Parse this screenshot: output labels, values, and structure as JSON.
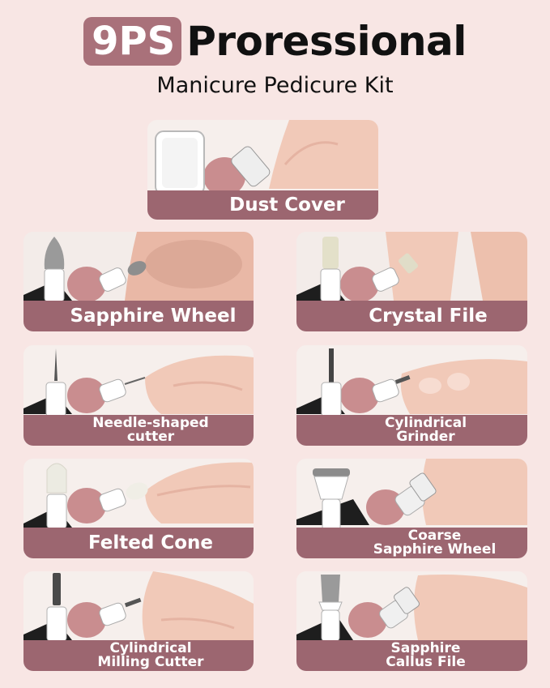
{
  "header": {
    "badge": "9PS",
    "title": "Proressional",
    "subtitle": "Manicure Pedicure Kit"
  },
  "colors": {
    "background": "#f8e6e4",
    "badge": "#a9717a",
    "label_bar": "#9c6670",
    "skin": "#f1c9b8",
    "rose_gold": "#c98d8f",
    "device_black": "#1e1e1e"
  },
  "items": [
    {
      "label": "Dust Cover",
      "icon": "dust-cover-icon"
    },
    {
      "label": "Sapphire Wheel",
      "icon": "sapphire-wheel-icon"
    },
    {
      "label": "Crystal File",
      "icon": "crystal-file-icon"
    },
    {
      "label": "Needle-shaped\ncutter",
      "icon": "needle-cutter-icon"
    },
    {
      "label": "Cylindrical\nGrinder",
      "icon": "cylindrical-grinder-icon"
    },
    {
      "label": "Felted Cone",
      "icon": "felted-cone-icon"
    },
    {
      "label": "Coarse\nSapphire Wheel",
      "icon": "coarse-sapphire-wheel-icon"
    },
    {
      "label": "Cylindrical\nMilling Cutter",
      "icon": "milling-cutter-icon"
    },
    {
      "label": "Sapphire\nCallus File",
      "icon": "callus-file-icon"
    }
  ]
}
